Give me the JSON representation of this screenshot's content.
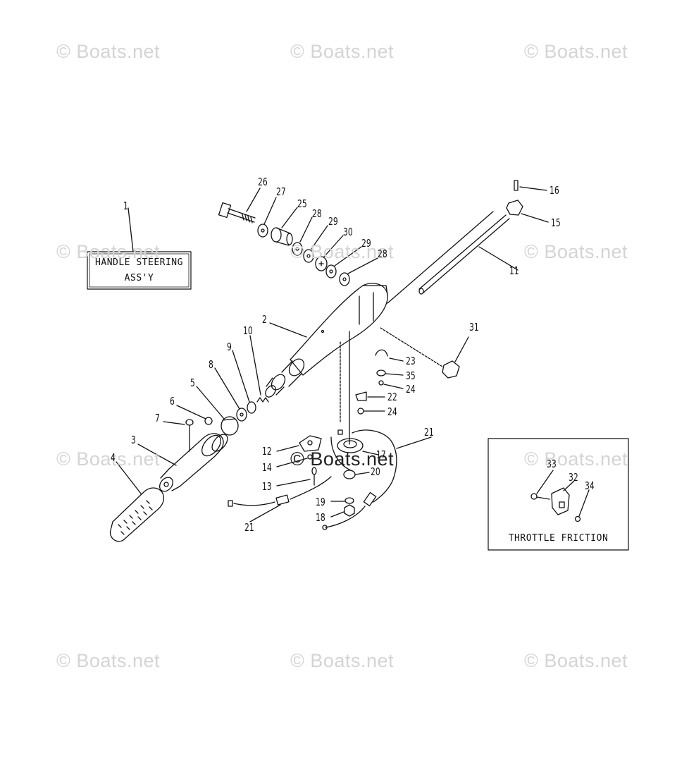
{
  "watermarks": [
    "© Boats.net",
    "© Boats.net",
    "© Boats.net",
    "© Boats.net",
    "© Boats.net",
    "© Boats.net",
    "© Boats.net",
    "© Boats.net",
    "© Boats.net",
    "© Boats.net",
    "© Boats.net",
    "© Boats.net"
  ],
  "boxes": {
    "handle_steering": {
      "line1": "HANDLE STEERING",
      "line2": "ASS'Y"
    },
    "throttle_friction": {
      "label": "THROTTLE FRICTION"
    }
  },
  "callouts": [
    "1",
    "26",
    "27",
    "25",
    "28",
    "29",
    "30",
    "29",
    "28",
    "2",
    "10",
    "9",
    "8",
    "5",
    "6",
    "7",
    "3",
    "4",
    "16",
    "15",
    "11",
    "31",
    "23",
    "35",
    "24",
    "22",
    "24",
    "21",
    "12",
    "17",
    "14",
    "20",
    "13",
    "19",
    "18",
    "21",
    "33",
    "32",
    "34"
  ]
}
